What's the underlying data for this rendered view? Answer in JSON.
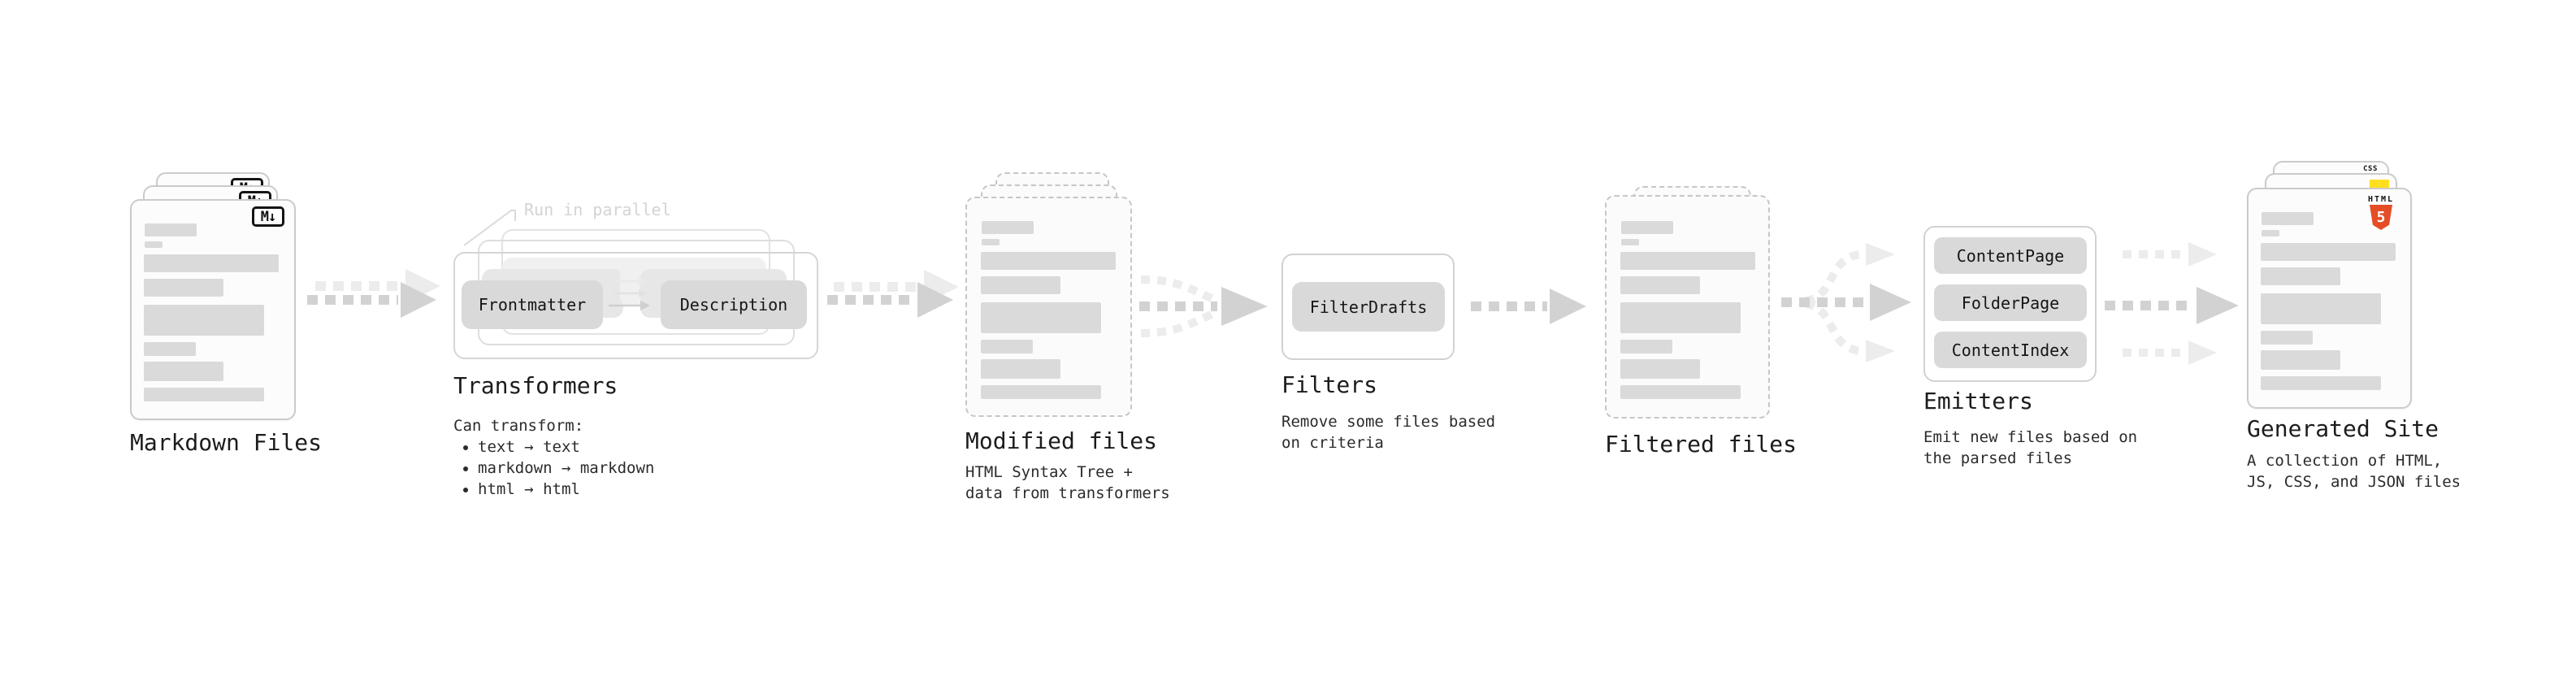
{
  "colors": {
    "background": "#ffffff",
    "arrow_main": "#d2d2d2",
    "arrow_light": "#ececec",
    "pill_bg": "#d9d9d9",
    "card_border": "#cbcbcb",
    "content_bar": "#dadada",
    "annotation_gray": "#d4d4d4",
    "text": "#1c1c1c",
    "html5_orange": "#e44d26",
    "js_yellow": "#ffdf1e",
    "css_blue": "#2563eb"
  },
  "markdown": {
    "label": "Markdown Files",
    "icon": "M↓"
  },
  "transformers": {
    "annotation": "Run in parallel",
    "pill_frontmatter": "Frontmatter",
    "pill_description": "Description",
    "heading": "Transformers",
    "sub_title": "Can transform:",
    "bullets": [
      "text → text",
      "markdown → markdown",
      "html → html"
    ]
  },
  "modified": {
    "label": "Modified files",
    "sub": "HTML Syntax Tree +\ndata from transformers"
  },
  "filters": {
    "heading": "Filters",
    "pill": "FilterDrafts",
    "sub": "Remove some files based\non criteria"
  },
  "filtered": {
    "label": "Filtered files"
  },
  "emitters": {
    "heading": "Emitters",
    "pills": [
      "ContentPage",
      "FolderPage",
      "ContentIndex"
    ],
    "sub": "Emit new files based on\nthe parsed files"
  },
  "generated": {
    "label": "Generated Site",
    "sub": "A collection of HTML,\nJS, CSS, and JSON files",
    "css_icon": "CSS",
    "html_icon_label": "HTML",
    "html_icon_number": "5"
  }
}
